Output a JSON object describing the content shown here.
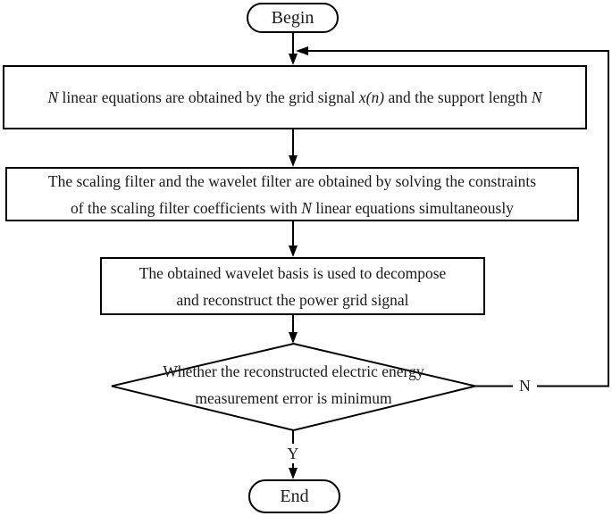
{
  "flowchart": {
    "begin_label": "Begin",
    "end_label": "End",
    "box1": {
      "seg1": "N",
      "seg2": " linear equations are obtained by the grid signal ",
      "seg3": "x(n)",
      "seg4": " and the support length ",
      "seg5": "N"
    },
    "box2": {
      "line1": "The scaling filter and the wavelet filter are obtained by solving the constraints",
      "line2_seg1": "of the scaling filter coefficients with ",
      "line2_seg2": "N",
      "line2_seg3": " linear equations simultaneously"
    },
    "box3": {
      "line1": "The obtained wavelet basis is used to decompose",
      "line2": "and reconstruct the power grid signal"
    },
    "decision": {
      "line1": "Whether the reconstructed electric energy",
      "line2": "measurement error is minimum"
    },
    "branch_no_label": "N",
    "branch_yes_label": "Y",
    "colors": {
      "line": "#000000",
      "background": "#ffffff",
      "text": "#1a1a1a"
    }
  }
}
